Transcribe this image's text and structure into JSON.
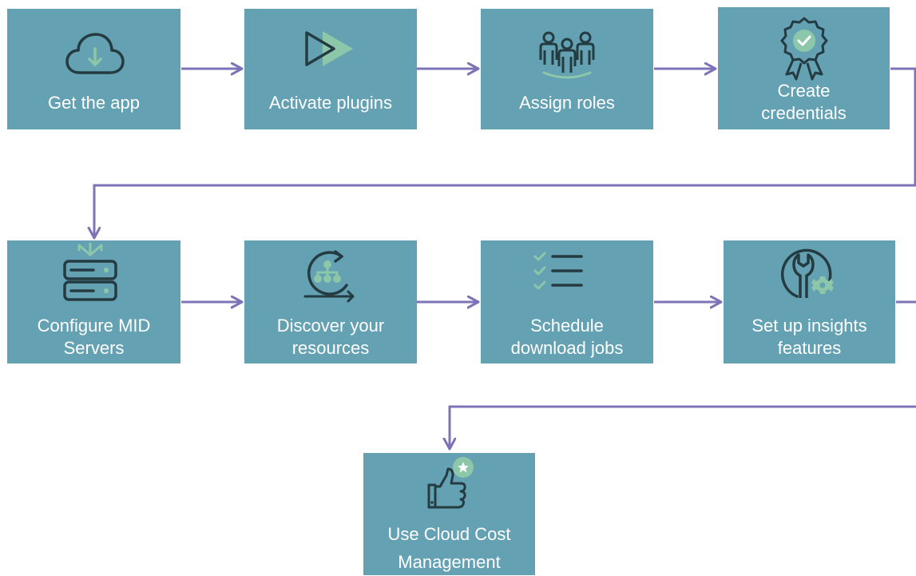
{
  "colors": {
    "box_fill": "#63a1b3",
    "arrow": "#7d74b7",
    "icon_dark": "#243b42",
    "icon_accent": "#8cc7a9",
    "label": "#ffffff"
  },
  "steps": [
    {
      "label": "Get the app",
      "icon": "cloud-download-icon"
    },
    {
      "label": "Activate plugins",
      "icon": "play-arrows-icon"
    },
    {
      "label": "Assign roles",
      "icon": "people-group-icon"
    },
    {
      "label": "Create\ncredentials",
      "icon": "award-badge-icon"
    },
    {
      "label": "Configure MID\nServers",
      "icon": "server-stack-icon"
    },
    {
      "label": "Discover your\nresources",
      "icon": "discovery-cycle-icon"
    },
    {
      "label": "Schedule\ndownload jobs",
      "icon": "checklist-icon"
    },
    {
      "label": "Set up insights\nfeatures",
      "icon": "wrench-gear-icon"
    },
    {
      "label": "Use Cloud Cost\nManagement",
      "icon": "thumbs-up-star-icon"
    }
  ]
}
